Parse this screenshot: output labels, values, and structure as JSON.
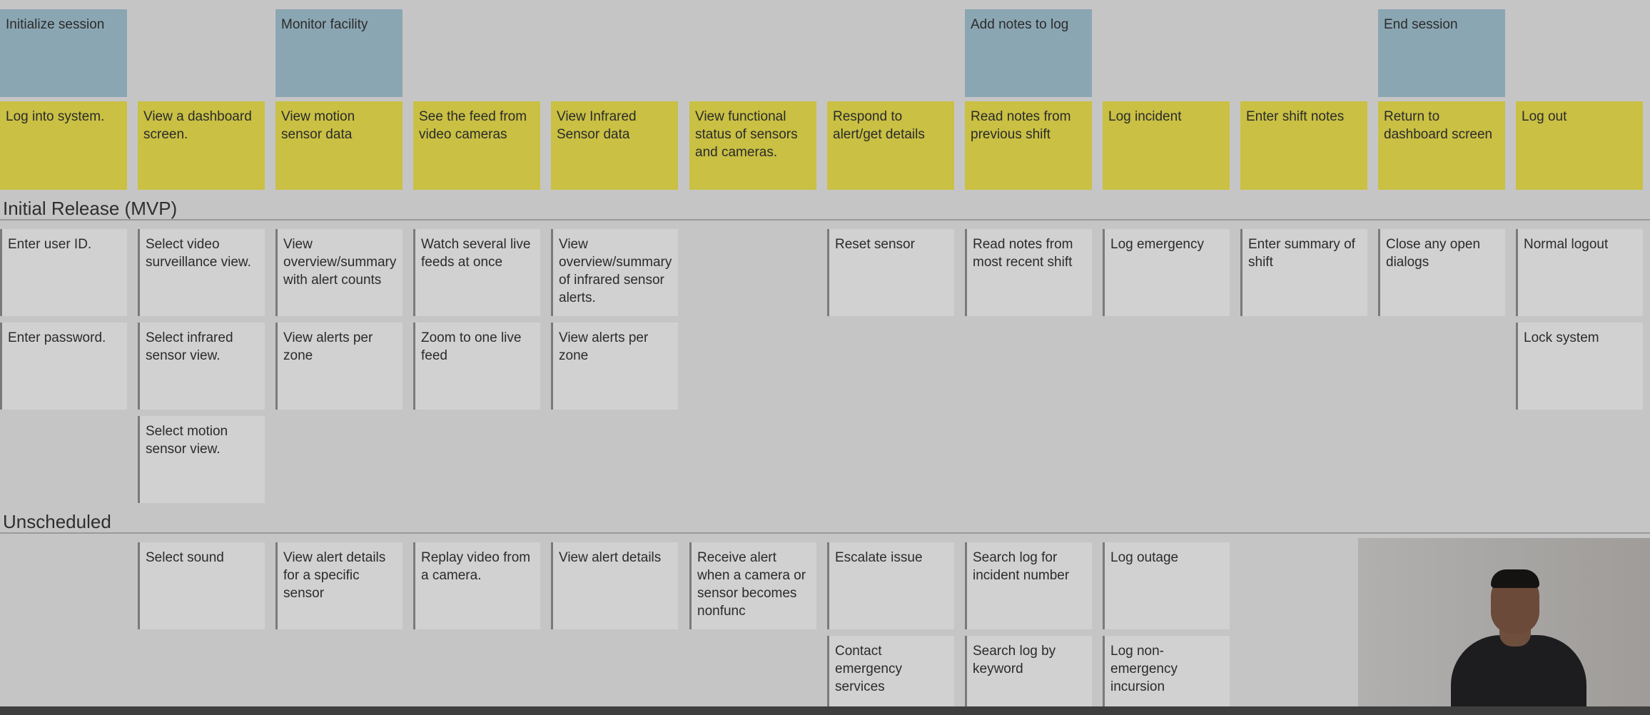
{
  "activities": [
    "Initialize session",
    "Monitor facility",
    "Add notes to log",
    "End session"
  ],
  "tasks": [
    "Log into system.",
    "View a dashboard screen.",
    "View motion sensor data",
    "See the feed from video cameras",
    "View Infrared Sensor data",
    "View functional status of sensors and cameras.",
    "Respond to alert/get details",
    "Read notes from previous shift",
    "Log incident",
    "Enter shift notes",
    "Return to dashboard screen",
    "Log out"
  ],
  "releases": {
    "mvp_label": "Initial Release (MVP)",
    "unscheduled_label": "Unscheduled"
  },
  "mvp_stories": {
    "c0": [
      "Enter user ID.",
      "Enter password."
    ],
    "c1": [
      "Select video surveillance view.",
      "Select infrared sensor view.",
      "Select motion sensor view."
    ],
    "c2": [
      "View overview/summary with alert counts",
      "View alerts per zone"
    ],
    "c3": [
      "Watch several live feeds at once",
      "Zoom to one live feed"
    ],
    "c4": [
      "View overview/summary of infrared sensor alerts.",
      "View alerts per zone"
    ],
    "c6": [
      "Reset sensor"
    ],
    "c7": [
      "Read notes from most recent shift"
    ],
    "c8": [
      "Log emergency"
    ],
    "c9": [
      "Enter summary of shift"
    ],
    "c10": [
      "Close any open dialogs"
    ],
    "c11": [
      "Normal logout",
      "Lock system"
    ]
  },
  "unscheduled_stories": {
    "c1": [
      "Select sound"
    ],
    "c2": [
      "View alert details for a specific sensor"
    ],
    "c3": [
      "Replay video from a camera."
    ],
    "c4": [
      "View alert details"
    ],
    "c5": [
      "Receive alert when a camera or sensor becomes nonfunc"
    ],
    "c6": [
      "Escalate issue",
      "Contact emergency services"
    ],
    "c7": [
      "Search log for incident number",
      "Search log by keyword"
    ],
    "c8": [
      "Log outage",
      "Log non-emergency incursion"
    ]
  },
  "colors": {
    "background": "#c6c5c6",
    "activity_card": "#8ba6b3",
    "task_card": "#c9c044",
    "story_card": "#d2d1d2"
  }
}
